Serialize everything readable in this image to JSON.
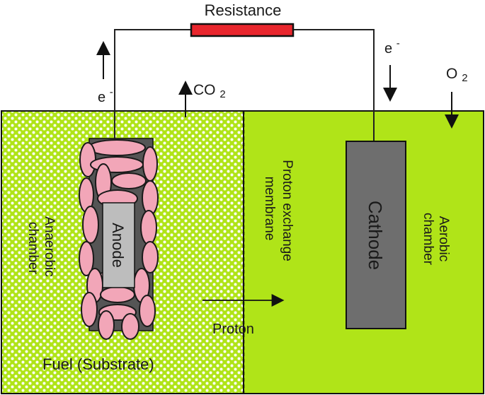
{
  "labels": {
    "resistance": "Resistance",
    "electron": "e",
    "electron_charge": "-",
    "co2_main": "CO",
    "co2_sub": "2",
    "o2_main": "O",
    "o2_sub": "2",
    "anaerobic_line1": "Anaerobic",
    "anaerobic_line2": "chamber",
    "anode": "Anode",
    "membrane_line1": "Proton exchange",
    "membrane_line2": "membrane",
    "cathode": "Cathode",
    "aerobic_line1": "Aerobic",
    "aerobic_line2": "chamber",
    "proton": "Proton",
    "fuel": "Fuel (Substrate)"
  },
  "colors": {
    "chamber_green": "#b0e418",
    "resistor_red": "#e8262d",
    "microbe_pink": "#f2a6b8",
    "anode_gray": "#bdbdbd",
    "cathode_gray": "#6e6e6e",
    "wire": "#222222"
  }
}
